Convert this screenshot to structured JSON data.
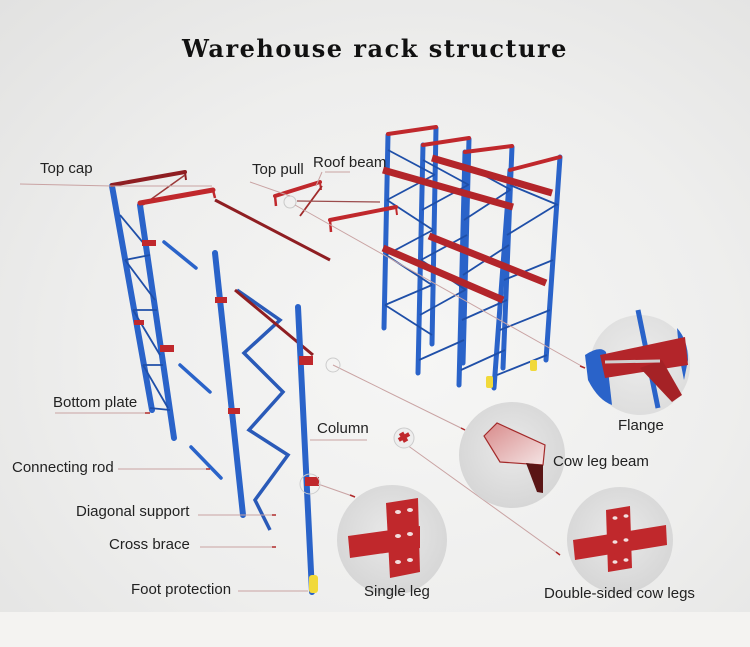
{
  "title": "Warehouse rack structure",
  "colors": {
    "upright_blue": "#2a63c9",
    "beam_red": "#c0282c",
    "foot_yellow": "#f1d93a",
    "leader_line": "#c9a3a3",
    "detail_circle": "#dedede"
  },
  "labels": {
    "top_cap": "Top cap",
    "top_pull": "Top pull",
    "roof_beam": "Roof beam",
    "bottom_plate": "Bottom plate",
    "connecting_rod": "Connecting rod",
    "diagonal_support": "Diagonal support",
    "cross_brace": "Cross brace",
    "foot_protection": "Foot protection",
    "column": "Column",
    "flange": "Flange",
    "cow_leg_beam": "Cow leg beam",
    "single_leg": "Single leg",
    "double_sided_cow_legs": "Double-sided cow legs"
  }
}
